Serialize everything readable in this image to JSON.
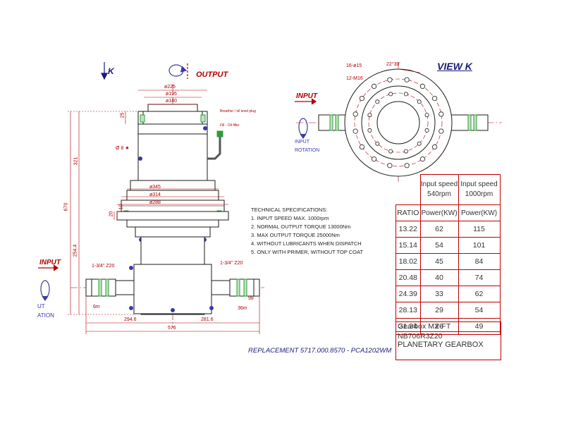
{
  "view_labels": {
    "k_marker": "K",
    "output": "OUTPUT",
    "view_k": "VIEW K",
    "input_left": "INPUT",
    "input_top_right": "INPUT",
    "rotation_left_1": "UT",
    "rotation_left_2": "ATION",
    "rotation_right_1": "INPUT",
    "rotation_right_2": "ROTATION",
    "replacement": "REPLACEMENT 5717.000.8570 - PCA1202WM"
  },
  "dimensions": {
    "d225": "ø225",
    "d195": "ø195",
    "d140": "ø140",
    "d345": "ø345",
    "d314": "ø314",
    "d288": "ø288",
    "h670": "670",
    "h321": "321",
    "h254": "254.4",
    "h10": "10",
    "h20": "20",
    "h25": "25",
    "w294": "294.6",
    "w281": "281.6",
    "w576": "576",
    "hole_count": "16-ø15",
    "angle": "22°30'",
    "bolts": "12-M16",
    "spline_left": "1-3/4\" Z20",
    "spline_right": "1-3/4\" Z20",
    "small_left": "6m",
    "small_right": "36m",
    "d98": "98",
    "drain_note": "Ø 8 ★",
    "breather_note": "Breather / oil level plug",
    "breather_note2": "Fill - Oil filler"
  },
  "specs": {
    "title": "TECHNICAL SPECIFICATIONS:",
    "lines": [
      "1. INPUT SPEED MAX. 1000rpm",
      "2. NORMAL OUTPUT TORQUE 13000Nm",
      "3. MAX OUTPUT TORQUE 25000Nm",
      "4. WITHOUT LUBRICANTS WHEN DISPATCH",
      "5. ONLY WITH PRIMER, WITHOUT TOP COAT"
    ]
  },
  "power_table": {
    "header_speed_1": "Input speed 540rpm",
    "header_speed_2": "Input speed 1000rpm",
    "col_ratio": "RATIO",
    "col_power_1": "Power(KW)",
    "col_power_2": "Power(KW)",
    "rows": [
      {
        "ratio": "13.22",
        "p540": "62",
        "p1000": "115"
      },
      {
        "ratio": "15.14",
        "p540": "54",
        "p1000": "101"
      },
      {
        "ratio": "18.02",
        "p540": "45",
        "p1000": "84"
      },
      {
        "ratio": "20.48",
        "p540": "40",
        "p1000": "74"
      },
      {
        "ratio": "24.39",
        "p540": "33",
        "p1000": "62"
      },
      {
        "ratio": "28.13",
        "p540": "29",
        "p1000": "54"
      },
      {
        "ratio": "31.34",
        "p540": "26",
        "p1000": "49"
      }
    ]
  },
  "title_block": {
    "line1": "Gearbox MX-FT",
    "line2": "NB706R3Z20",
    "line3": "PLANETARY GEARBOX"
  },
  "colors": {
    "line": "#1a1a1a",
    "dim": "#b00000",
    "accent_green": "#2e9b3a",
    "accent_blue": "#3a3aa8",
    "table_border": "#c00000"
  }
}
